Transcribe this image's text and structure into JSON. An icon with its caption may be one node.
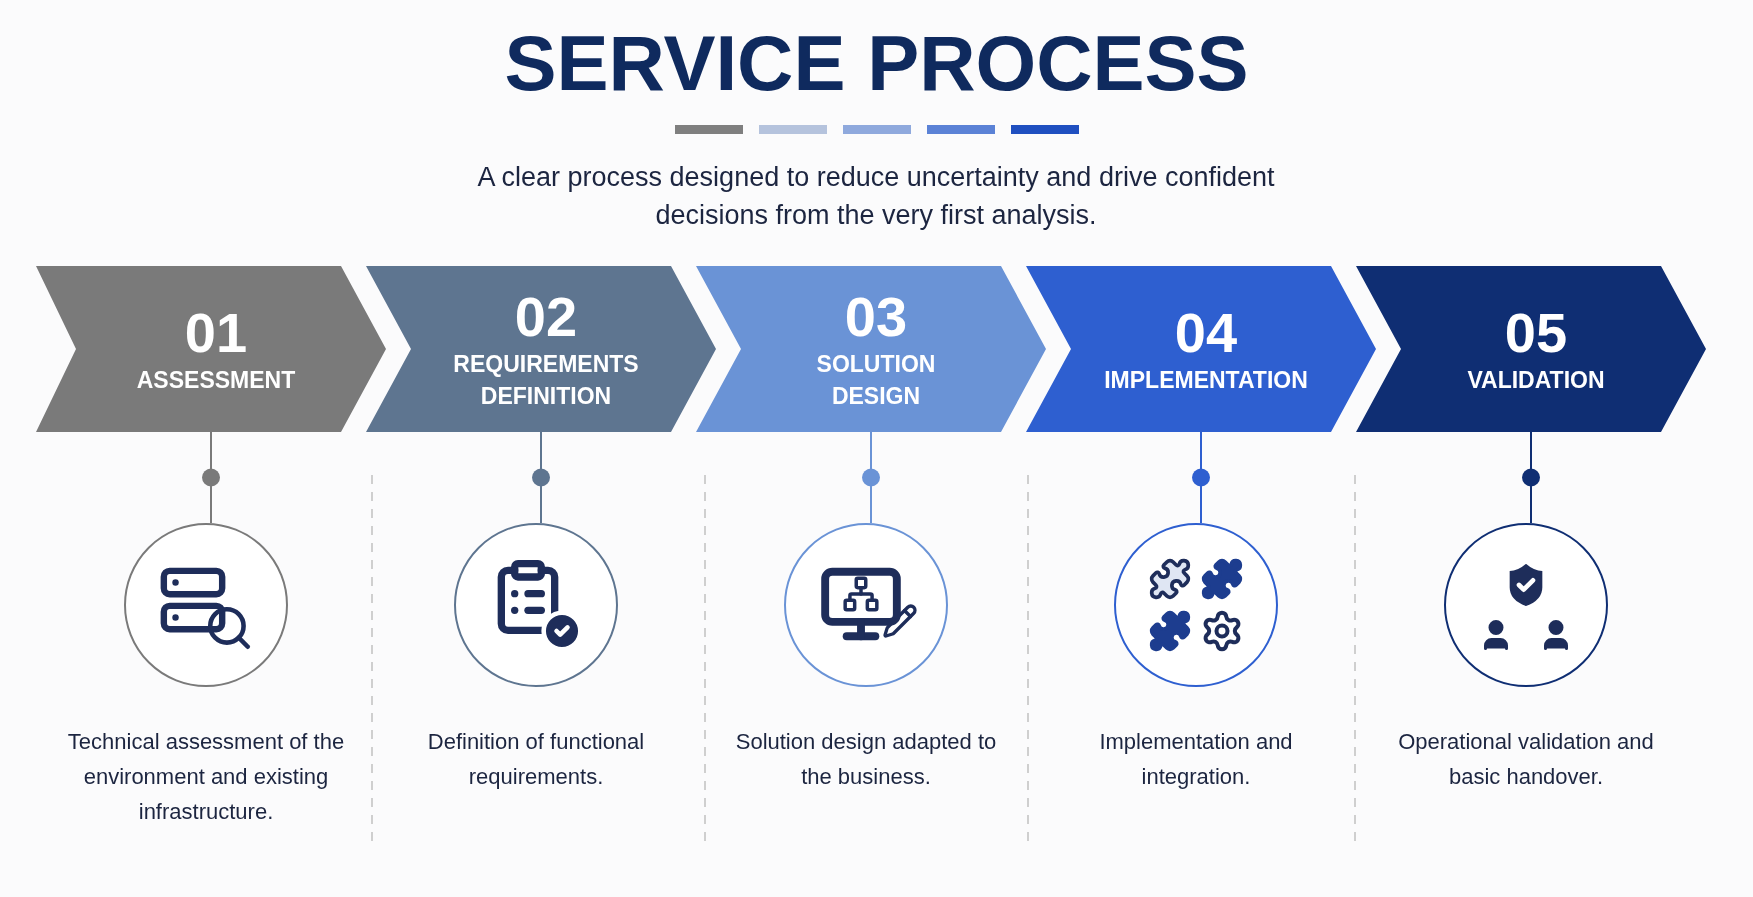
{
  "diagram": {
    "title": "SERVICE PROCESS",
    "nodes": [
      {
        "text": [
          "01",
          "ASSESSMENT"
        ]
      },
      {
        "text": [
          "02",
          "REQUIREMENTS DEFINITION"
        ]
      },
      {
        "text": [
          "03",
          "SOLUTION DESIGN"
        ]
      },
      {
        "text": [
          "04",
          "IMPLEMENTATION"
        ]
      },
      {
        "text": [
          "05",
          "VALIDATION"
        ]
      },
      {
        "text": [],
        "shape": "circle",
        "beside": [
          "Technical assessment of the environment and existing infrastructure."
        ]
      },
      {
        "text": [],
        "shape": "circle",
        "beside": [
          "Definition of functional requirements."
        ]
      },
      {
        "text": [],
        "shape": "circle",
        "beside": [
          "Solution design adapted to the business."
        ]
      },
      {
        "text": [],
        "shape": "circle",
        "beside": [
          "Implementation and integration."
        ]
      },
      {
        "text": [],
        "shape": "circle",
        "beside": [
          "Operational validation and basic handover."
        ]
      }
    ],
    "edges": [
      {
        "from": 0,
        "to": 5,
        "arrow": "none",
        "color": "#7a7a7a"
      },
      {
        "from": 1,
        "to": 6,
        "arrow": "none",
        "color": "#5e7590"
      },
      {
        "from": 2,
        "to": 7,
        "arrow": "none",
        "color": "#6a93d6"
      },
      {
        "from": 3,
        "to": 8,
        "arrow": "none",
        "color": "#2e5fd0"
      },
      {
        "from": 4,
        "to": 9,
        "arrow": "none",
        "color": "#0f2e73"
      }
    ],
    "labels": [
      "A clear process designed to reduce uncertainty and drive confident decisions from the very first analysis."
    ]
  }
}
